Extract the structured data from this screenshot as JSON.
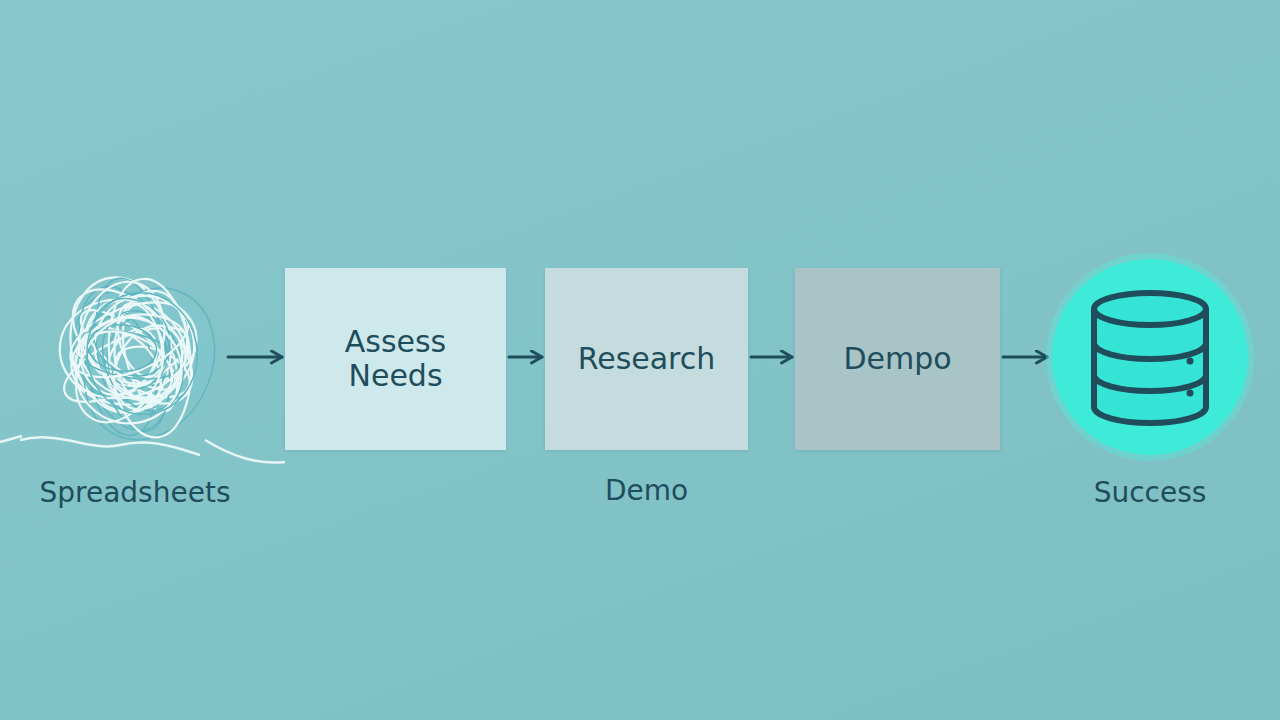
{
  "diagram": {
    "nodes": [
      {
        "text": [
          "Spreadsheets"
        ]
      },
      {
        "text": [
          "Assess Needs"
        ]
      },
      {
        "text": [
          "Research",
          "Demo"
        ]
      },
      {
        "text": [
          "Dempo"
        ]
      },
      {
        "text": [
          "Success"
        ]
      }
    ],
    "edges": [
      {
        "from": 0,
        "to": 1,
        "arrow": "to"
      },
      {
        "from": 1,
        "to": 2,
        "arrow": "to"
      },
      {
        "from": 2,
        "to": 3,
        "arrow": "to"
      },
      {
        "from": 3,
        "to": 4,
        "arrow": "to"
      }
    ]
  }
}
